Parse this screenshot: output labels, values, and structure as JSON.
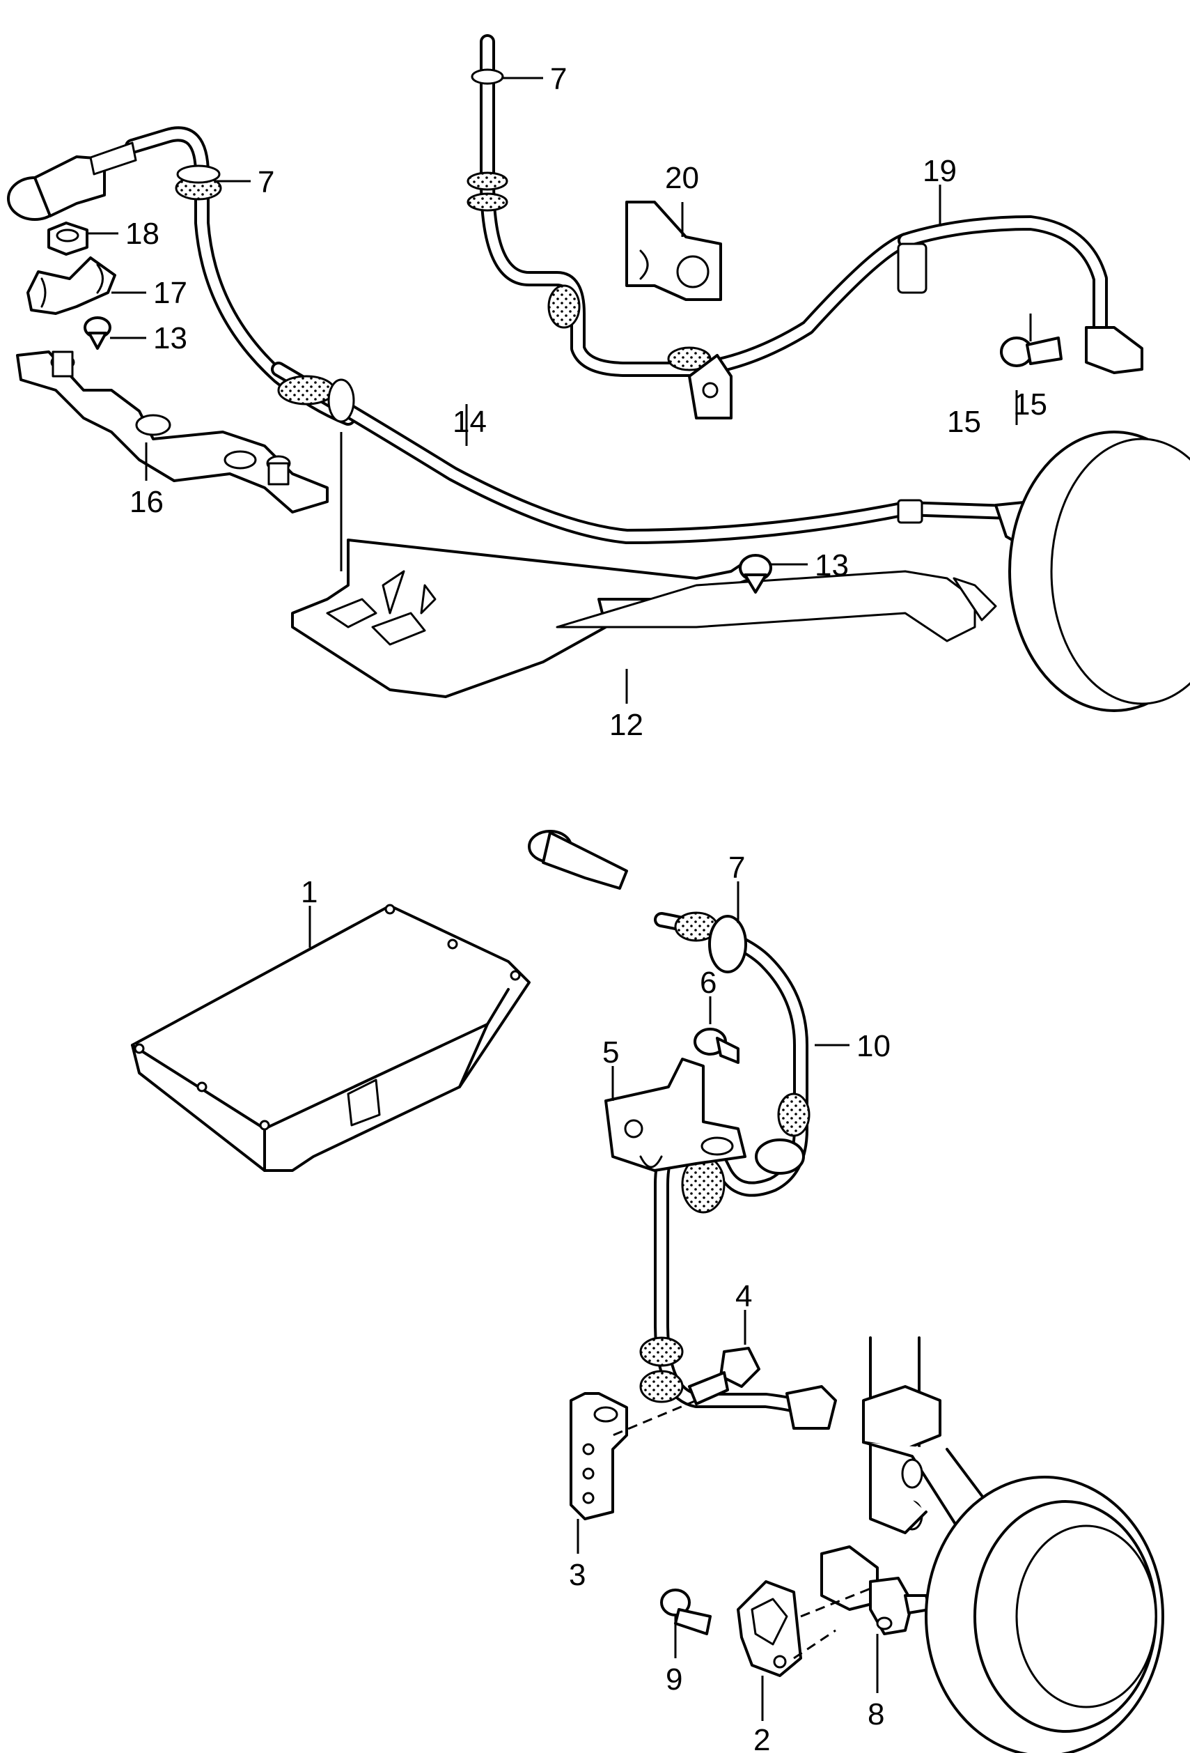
{
  "diagram": {
    "callouts": {
      "c1": "1",
      "c2": "2",
      "c3": "3",
      "c4": "4",
      "c5": "5",
      "c6": "6",
      "c7a": "7",
      "c7b": "7",
      "c7c": "7",
      "c8": "8",
      "c9": "9",
      "c10": "10",
      "c12": "12",
      "c13a": "13",
      "c13b": "13",
      "c14": "14",
      "c15a": "15",
      "c15b": "15",
      "c16": "16",
      "c17": "17",
      "c18": "18",
      "c19": "19",
      "c20": "20"
    }
  }
}
